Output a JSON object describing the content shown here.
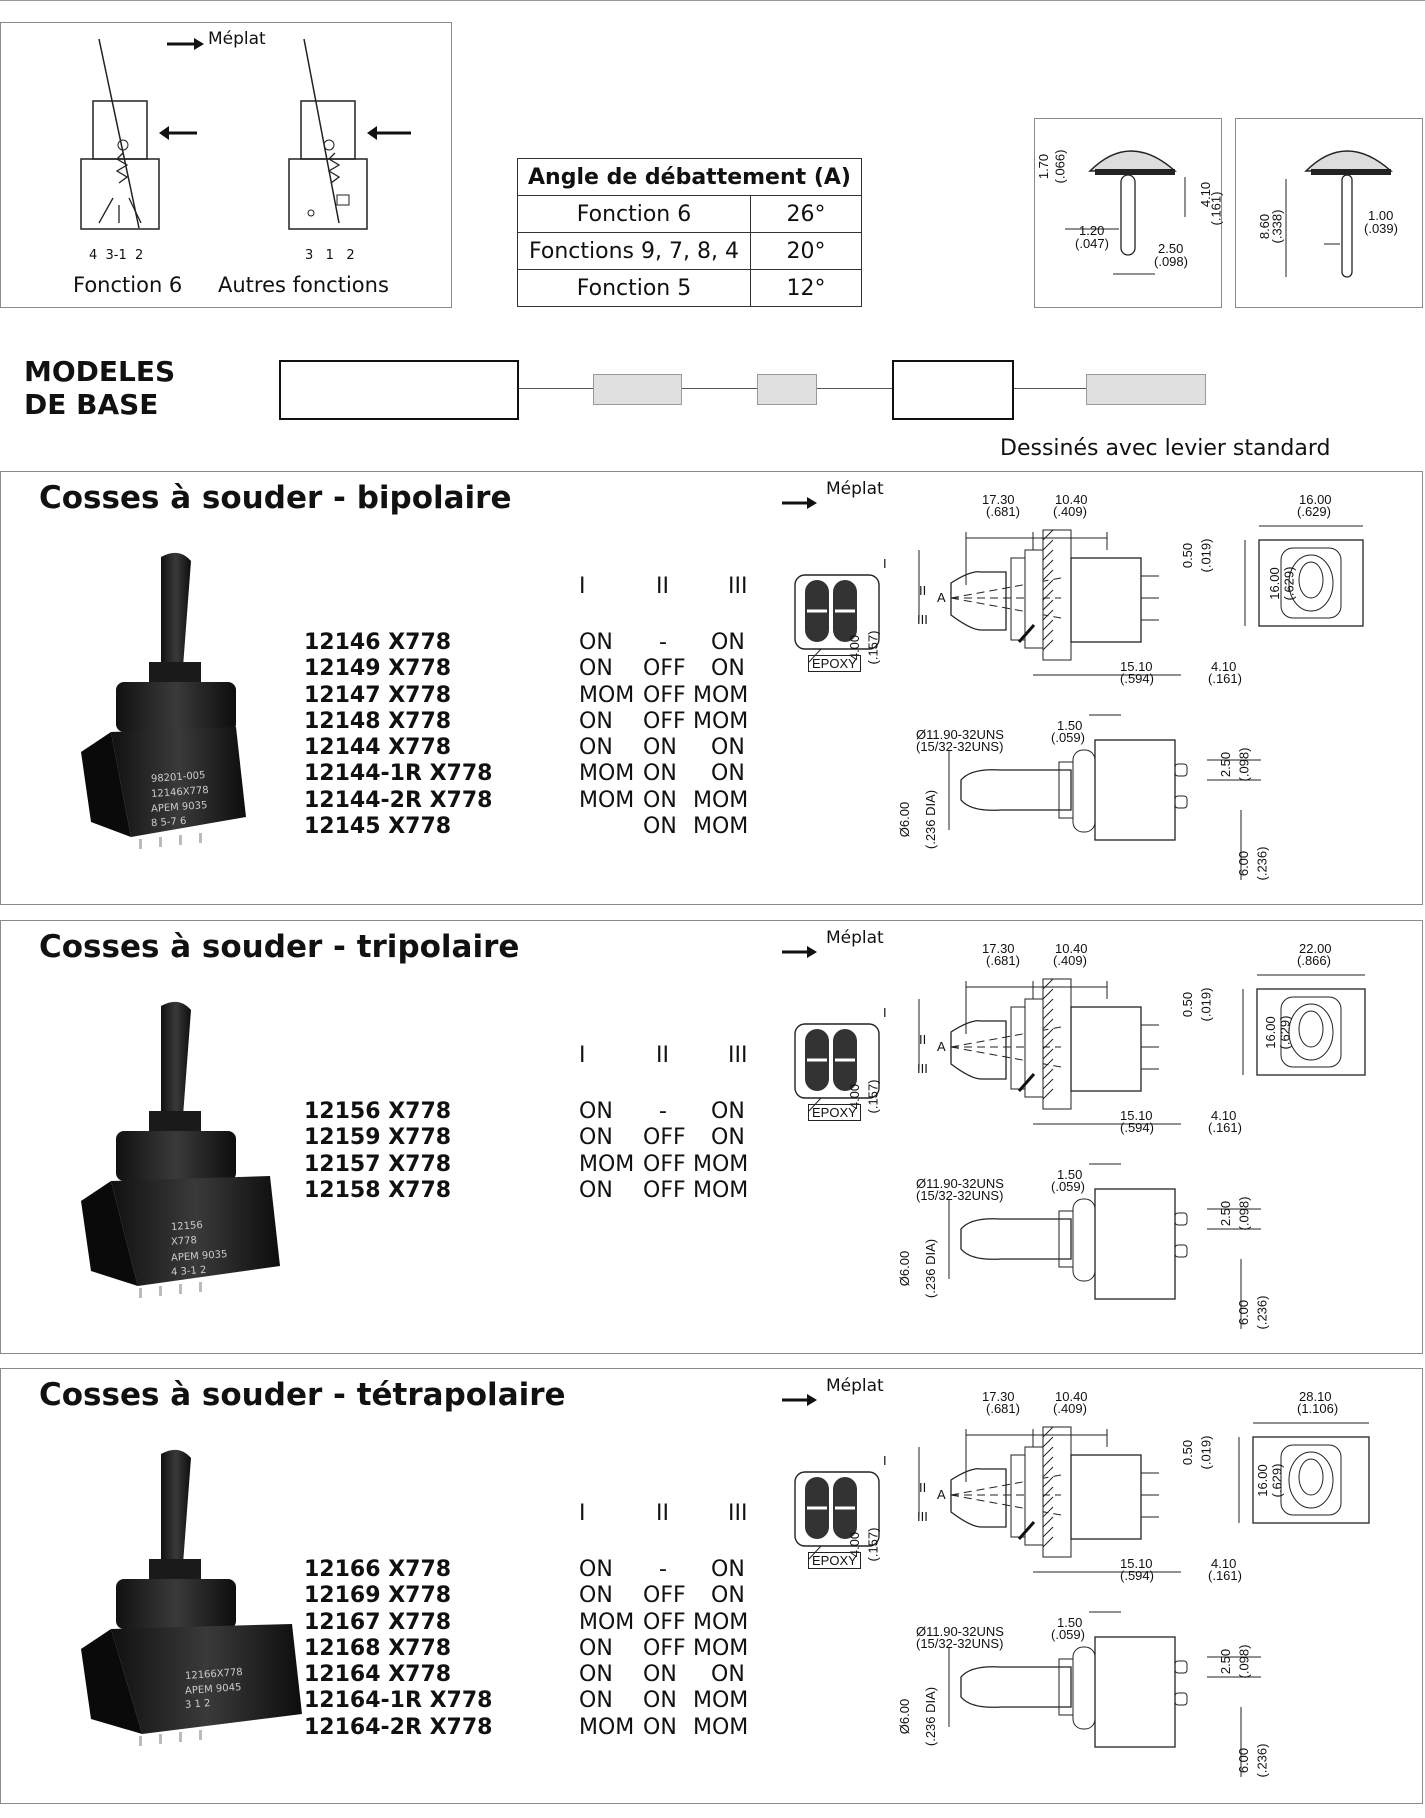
{
  "top": {
    "meplat_label": "Méplat",
    "schematic": {
      "left_pins": "4  3-1  2",
      "right_pins": "3   1   2",
      "left_caption": "Fonction 6",
      "right_caption": "Autres fonctions"
    },
    "angle_table": {
      "header": "Angle de débattement (A)",
      "rows": [
        {
          "label": "Fonction 6",
          "value": "26°"
        },
        {
          "label": "Fonctions 9, 7, 8, 4",
          "value": "20°"
        },
        {
          "label": "Fonction 5",
          "value": "12°"
        }
      ]
    },
    "lever_dims_a": {
      "d1": "1.70",
      "d1b": "(.066)",
      "d2": "4.10",
      "d2b": "(.161)",
      "d3": "1.20",
      "d3b": "(.047)",
      "d4": "2.50",
      "d4b": "(.098)"
    },
    "lever_dims_b": {
      "d1": "8.60",
      "d1b": "(.338)",
      "d2": "1.00",
      "d2b": "(.039)"
    }
  },
  "modeles": {
    "line1": "MODELES",
    "line2": "DE BASE",
    "note": "Dessinés avec levier standard"
  },
  "sections": [
    {
      "title": "Cosses à souder - bipolaire",
      "photo_text": [
        "98201-005",
        "12146X778",
        "APEM 9035",
        "8  5-7  6"
      ],
      "headers": [
        "I",
        "II",
        "III"
      ],
      "models": [
        {
          "ref": "12146 X778",
          "c1": "ON",
          "c2": "-",
          "c3": "ON"
        },
        {
          "ref": "12149 X778",
          "c1": "ON",
          "c2": "OFF",
          "c3": "ON"
        },
        {
          "ref": "12147 X778",
          "c1": "MOM",
          "c2": "OFF",
          "c3": "MOM"
        },
        {
          "ref": "12148 X778",
          "c1": "ON",
          "c2": "OFF",
          "c3": "MOM"
        },
        {
          "ref": "12144 X778",
          "c1": "ON",
          "c2": "ON",
          "c3": "ON"
        },
        {
          "ref": "12144-1R X778",
          "c1": "MOM",
          "c2": "ON",
          "c3": "ON"
        },
        {
          "ref": "12144-2R X778",
          "c1": "MOM",
          "c2": "ON",
          "c3": "MOM"
        },
        {
          "ref": "12145 X778",
          "c1": "",
          "c2": "ON",
          "c3": "MOM"
        }
      ],
      "dims": {
        "w": "16.00",
        "wb": "(.629)"
      }
    },
    {
      "title": "Cosses à souder - tripolaire",
      "photo_text": [
        "12156",
        "X778",
        "APEM 9035",
        "4  3-1  2"
      ],
      "headers": [
        "I",
        "II",
        "III"
      ],
      "models": [
        {
          "ref": "12156 X778",
          "c1": "ON",
          "c2": "-",
          "c3": "ON"
        },
        {
          "ref": "12159 X778",
          "c1": "ON",
          "c2": "OFF",
          "c3": "ON"
        },
        {
          "ref": "12157 X778",
          "c1": "MOM",
          "c2": "OFF",
          "c3": "MOM"
        },
        {
          "ref": "12158 X778",
          "c1": "ON",
          "c2": "OFF",
          "c3": "MOM"
        }
      ],
      "dims": {
        "w": "22.00",
        "wb": "(.866)"
      }
    },
    {
      "title": "Cosses à souder - tétrapolaire",
      "photo_text": [
        "12166X778",
        "APEM 9045",
        "3  1  2"
      ],
      "headers": [
        "I",
        "II",
        "III"
      ],
      "models": [
        {
          "ref": "12166 X778",
          "c1": "ON",
          "c2": "-",
          "c3": "ON"
        },
        {
          "ref": "12169 X778",
          "c1": "ON",
          "c2": "OFF",
          "c3": "ON"
        },
        {
          "ref": "12167 X778",
          "c1": "MOM",
          "c2": "OFF",
          "c3": "MOM"
        },
        {
          "ref": "12168 X778",
          "c1": "ON",
          "c2": "OFF",
          "c3": "MOM"
        },
        {
          "ref": "12164 X778",
          "c1": "ON",
          "c2": "ON",
          "c3": "ON"
        },
        {
          "ref": "12164-1R X778",
          "c1": "ON",
          "c2": "ON",
          "c3": "MOM"
        },
        {
          "ref": "12164-2R X778",
          "c1": "MOM",
          "c2": "ON",
          "c3": "MOM"
        }
      ],
      "dims": {
        "w": "28.10",
        "wb": "(1.106)"
      }
    }
  ],
  "drawing_labels": {
    "meplat": "Méplat",
    "epoxy": "EPOXY",
    "d173": "17.30",
    "d173b": "(.681)",
    "d104": "10.40",
    "d104b": "(.409)",
    "d050": "0.50",
    "d050b": "(.019)",
    "d160": "16.00",
    "d160b": "(.629)",
    "d151": "15.10",
    "d151b": "(.594)",
    "d410": "4.10",
    "d410b": "(.161)",
    "d400": "4.00",
    "d400b": "(.157)",
    "thread1": "Ø11.90-32UNS",
    "thread2": "(15/32-32UNS)",
    "d150": "1.50",
    "d150b": "(.059)",
    "d250": "2.50",
    "d250b": "(.098)",
    "dia1": "Ø6.00",
    "dia2": "(.236 DIA)",
    "d600": "6.00",
    "d600b": "(.236)",
    "pos_i": "I",
    "pos_ii": "II",
    "pos_a": "A",
    "pos_iii": "III"
  }
}
